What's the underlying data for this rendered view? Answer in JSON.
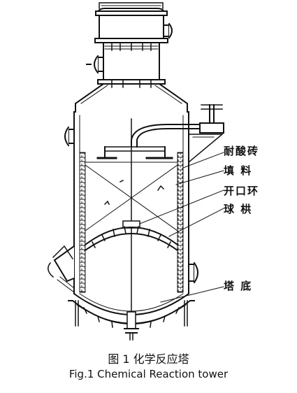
{
  "labels": {
    "acid_brick": "耐酸砖",
    "packing": "填  料",
    "open_ring": "开口环",
    "ball_arch": "球  栱",
    "tower_bottom": "塔  底"
  },
  "caption": {
    "cn": "图 1   化学反应塔",
    "en": "Fig.1    Chemical Reaction tower"
  }
}
